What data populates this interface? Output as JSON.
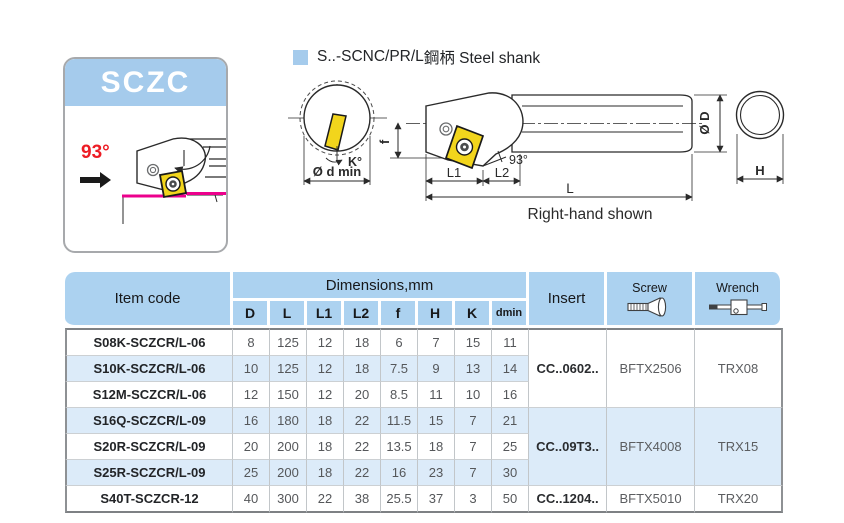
{
  "card": {
    "series": "SCZC",
    "angle": "93°"
  },
  "legend": {
    "series_code": "S..-SCNC/PR/L",
    "shank_label": "鋼柄 Steel shank",
    "swatch_color": "#a5cbec"
  },
  "drawing": {
    "labels": {
      "k": "K°",
      "dmin_dim": "Ø d min",
      "f": "f",
      "l1": "L1",
      "l2": "L2",
      "l": "L",
      "angle": "93°",
      "dia": "Ø D",
      "h": "H"
    },
    "caption": "Right-hand shown"
  },
  "table": {
    "headers": {
      "item_code": "Item code",
      "dimensions": "Dimensions,mm",
      "insert": "Insert",
      "screw": "Screw",
      "wrench": "Wrench"
    },
    "dim_headers": [
      "D",
      "L",
      "L1",
      "L2",
      "f",
      "H",
      "K",
      "dmin"
    ],
    "rows": [
      {
        "code": "S08K-SCZCR/L-06",
        "dims": [
          "8",
          "125",
          "12",
          "18",
          "6",
          "7",
          "15",
          "11"
        ]
      },
      {
        "code": "S10K-SCZCR/L-06",
        "dims": [
          "10",
          "125",
          "12",
          "18",
          "7.5",
          "9",
          "13",
          "14"
        ]
      },
      {
        "code": "S12M-SCZCR/L-06",
        "dims": [
          "12",
          "150",
          "12",
          "20",
          "8.5",
          "11",
          "10",
          "16"
        ]
      },
      {
        "code": "S16Q-SCZCR/L-09",
        "dims": [
          "16",
          "180",
          "18",
          "22",
          "11.5",
          "15",
          "7",
          "21"
        ]
      },
      {
        "code": "S20R-SCZCR/L-09",
        "dims": [
          "20",
          "200",
          "18",
          "22",
          "13.5",
          "18",
          "7",
          "25"
        ]
      },
      {
        "code": "S25R-SCZCR/L-09",
        "dims": [
          "25",
          "200",
          "18",
          "22",
          "16",
          "23",
          "7",
          "30"
        ]
      },
      {
        "code": "S40T-SCZCR-12",
        "dims": [
          "40",
          "300",
          "22",
          "38",
          "25.5",
          "37",
          "3",
          "50"
        ]
      }
    ],
    "groups": [
      {
        "start": 0,
        "span": 3,
        "insert": "CC..0602..",
        "screw": "BFTX2506",
        "wrench": "TRX08"
      },
      {
        "start": 3,
        "span": 3,
        "insert": "CC..09T3..",
        "screw": "BFTX4008",
        "wrench": "TRX15"
      },
      {
        "start": 6,
        "span": 1,
        "insert": "CC..1204..",
        "screw": "BFTX5010",
        "wrench": "TRX20"
      }
    ],
    "icons": {
      "screw": "screw-icon",
      "wrench": "wrench-icon"
    }
  },
  "colors": {
    "band_blue": "#a5cbec",
    "header_blue": "#acd2f0",
    "stripe_blue": "#dcebf9",
    "insert_yellow": "#f2d51c",
    "angle_red": "#ed1c24",
    "workpiece_magenta": "#ec008c"
  }
}
